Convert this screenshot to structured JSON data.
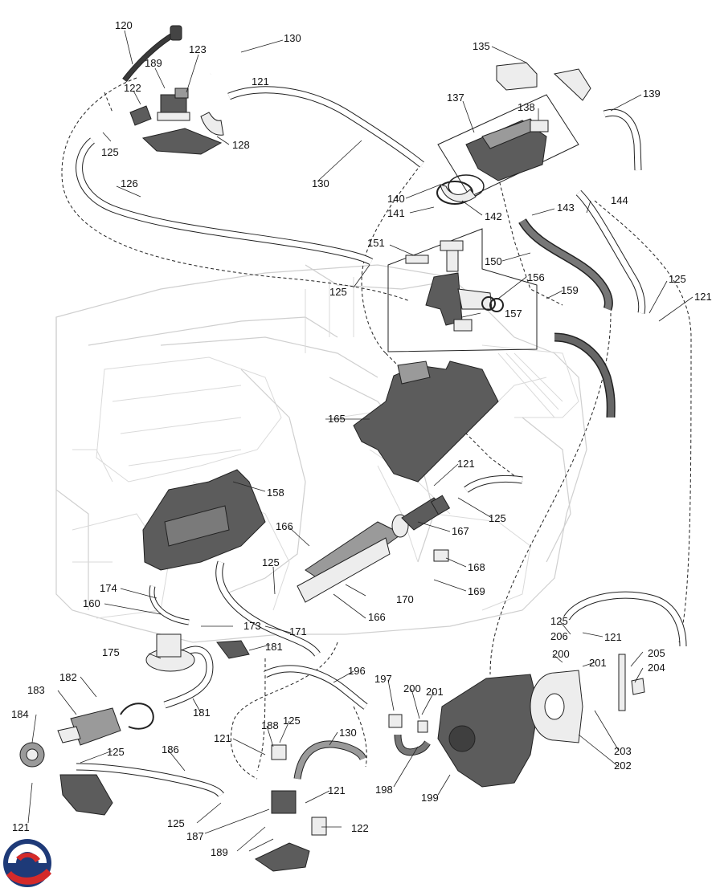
{
  "labels": {
    "l120": "120",
    "l189a": "189",
    "l123": "123",
    "l130a": "130",
    "l122a": "122",
    "l121a": "121",
    "l125a": "125",
    "l128": "128",
    "l130b": "130",
    "l126": "126",
    "l135": "135",
    "l137": "137",
    "l138": "138",
    "l139": "139",
    "l140": "140",
    "l141": "141",
    "l142": "142",
    "l143": "143",
    "l144": "144",
    "l150": "150",
    "l151": "151",
    "l156": "156",
    "l159": "159",
    "l125b": "125",
    "l157": "157",
    "l125c": "125",
    "l121b": "121",
    "l165": "165",
    "l121c": "121",
    "l158": "158",
    "l125d": "125",
    "l166a": "166",
    "l167": "167",
    "l168": "168",
    "l125e": "125",
    "l169": "169",
    "l174": "174",
    "l170": "170",
    "l160": "160",
    "l166b": "166",
    "l173": "173",
    "l171": "171",
    "l125f": "125",
    "l206": "206",
    "l121d": "121",
    "l175": "175",
    "l181a": "181",
    "l200a": "200",
    "l201a": "201",
    "l205": "205",
    "l204": "204",
    "l182": "182",
    "l196": "196",
    "l197": "197",
    "l200b": "200",
    "l201b": "201",
    "l183": "183",
    "l181b": "181",
    "l184": "184",
    "l188": "188",
    "l125g": "125",
    "l130c": "130",
    "l121e": "121",
    "l203": "203",
    "l125h": "125",
    "l186": "186",
    "l202": "202",
    "l198": "198",
    "l199": "199",
    "l121f": "121",
    "l125i": "125",
    "l122b": "122",
    "l187": "187",
    "l189b": "189",
    "l121g": "121"
  }
}
